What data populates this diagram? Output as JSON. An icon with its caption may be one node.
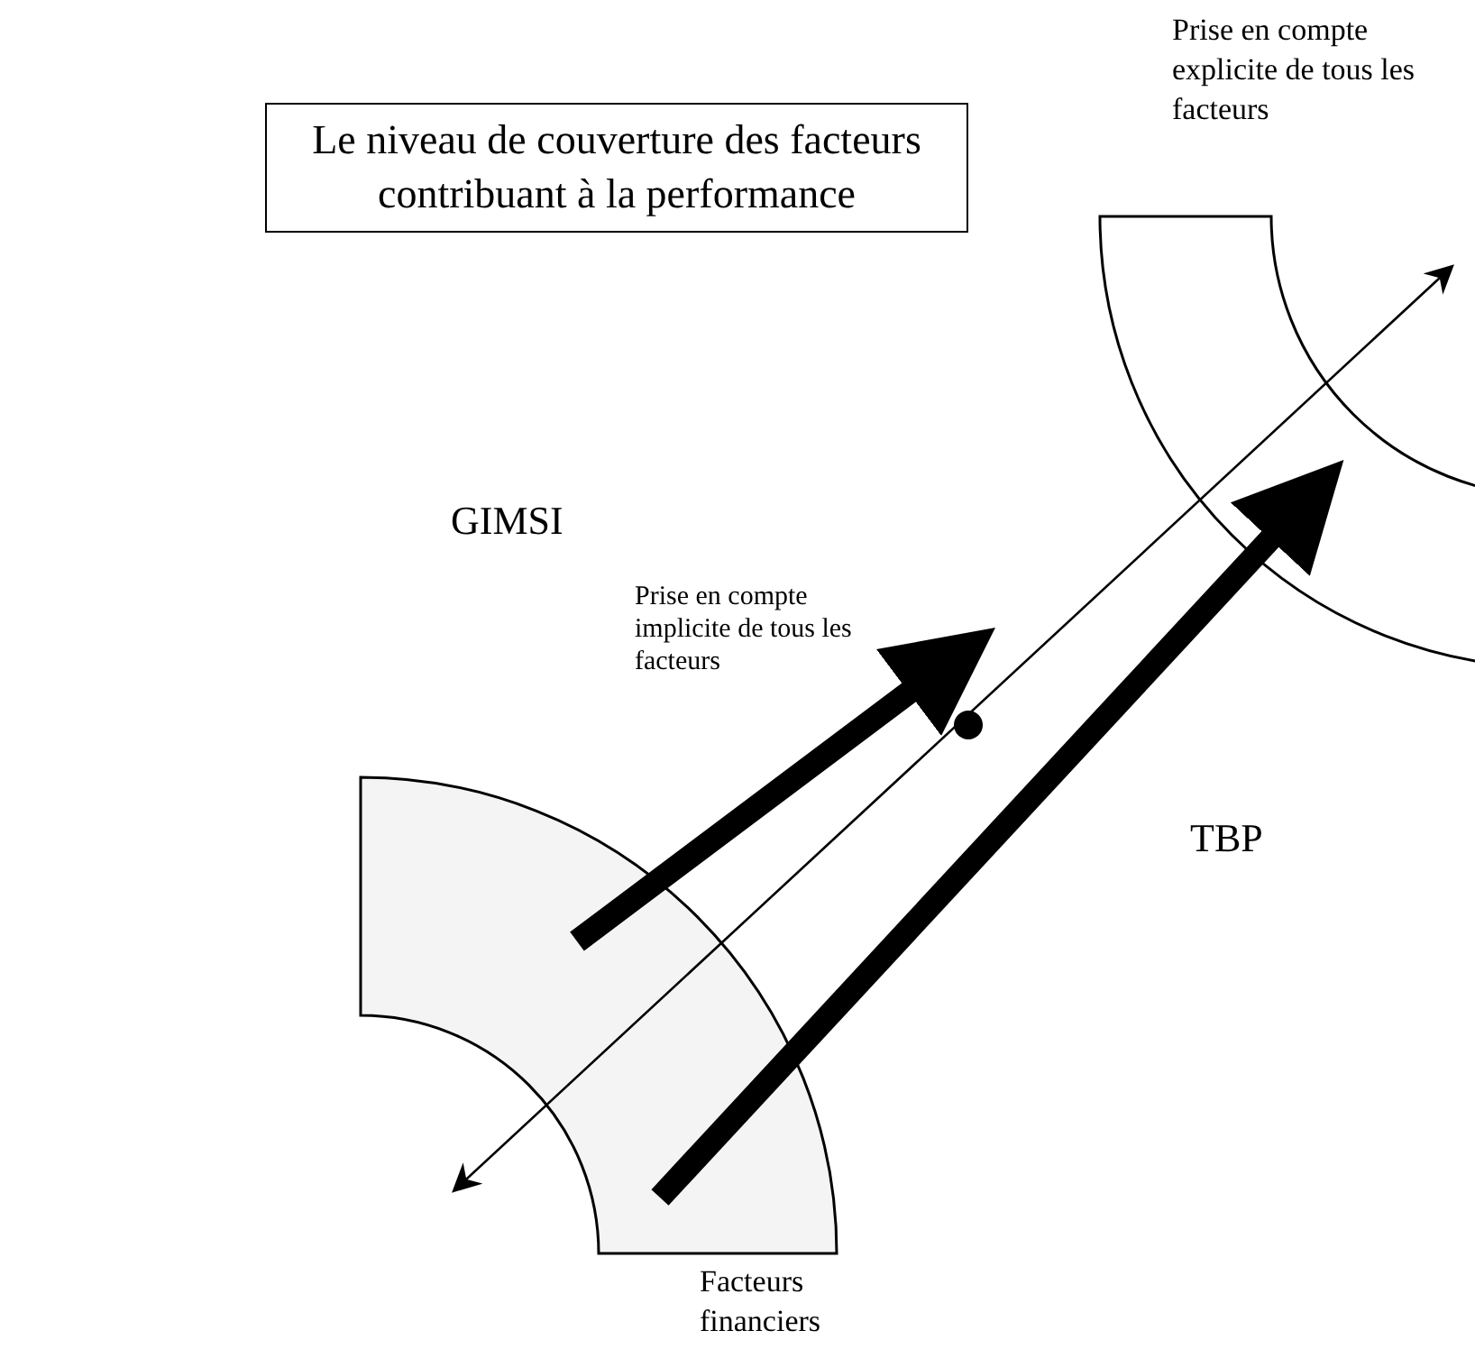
{
  "diagram": {
    "nodes": [
      {
        "text": [
          "Le niveau de couverture des facteurs contribuant à la performance"
        ]
      },
      {
        "text": [],
        "shape": "sector",
        "beside": [
          "Facteurs financiers"
        ]
      },
      {
        "text": [],
        "shape": "sector",
        "beside": [
          "Prise en compte explicite de tous les facteurs"
        ]
      }
    ],
    "edges": [
      {
        "from": 1,
        "to": null,
        "arrow": "to"
      },
      {
        "from": 1,
        "to": 2,
        "arrow": "to"
      }
    ],
    "labels": [
      "GIMSI",
      "Prise en compte implicite de tous les facteurs",
      "TBP"
    ]
  }
}
